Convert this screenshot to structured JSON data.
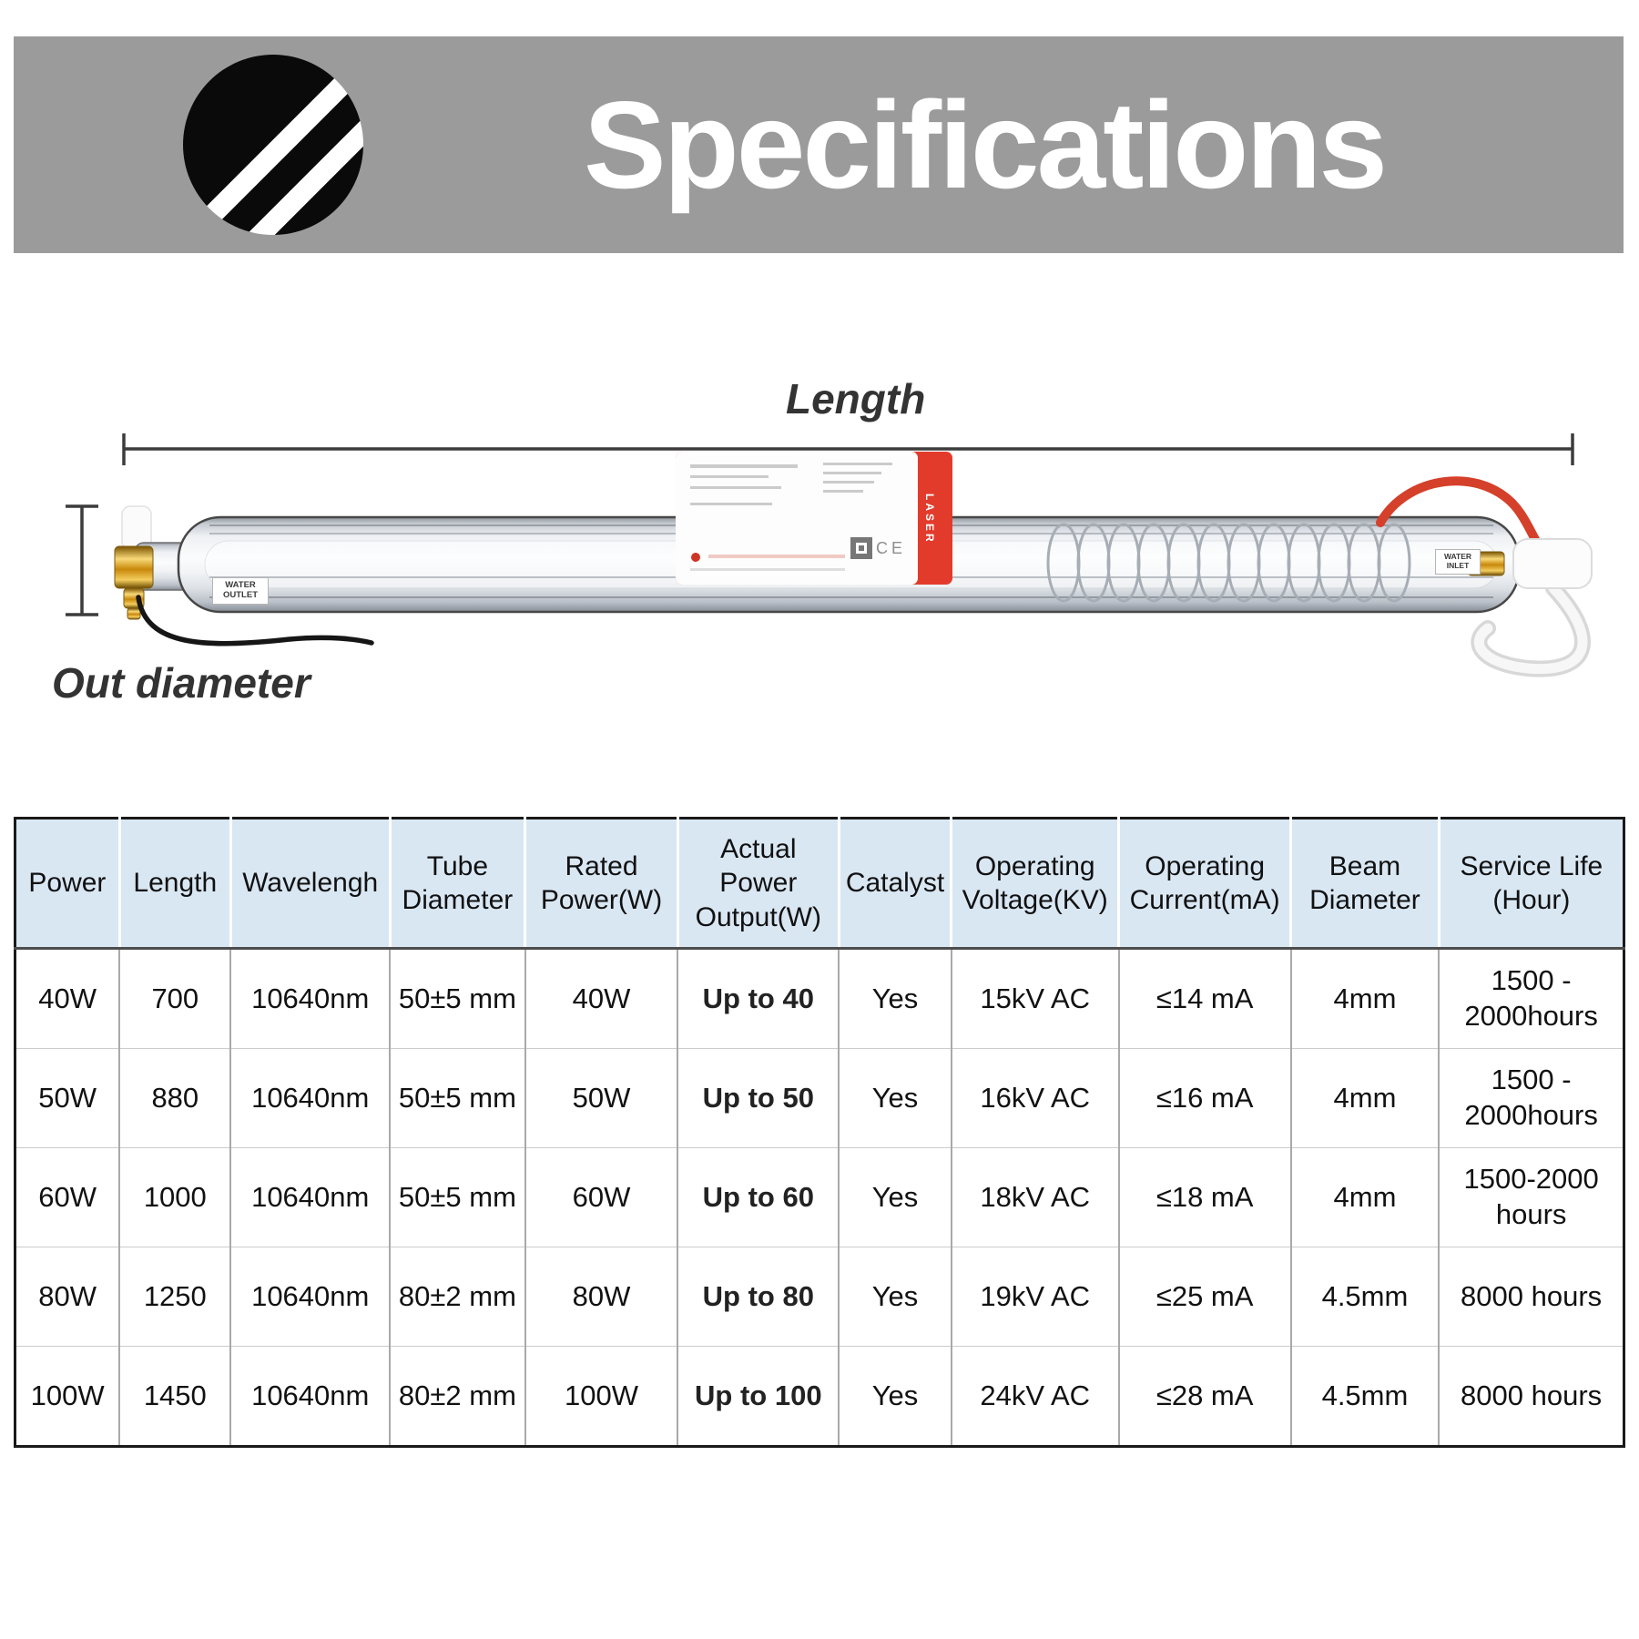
{
  "banner": {
    "title": "Specifications",
    "bg_color": "#9b9b9b",
    "logo": "diagonal-striped-circle"
  },
  "diagram": {
    "length_label": "Length",
    "out_diameter_label": "Out diameter",
    "water_outlet_label": "WATER OUTLET",
    "water_inlet_label": "WATER INLET",
    "ce_mark": "CE",
    "label_band_text": "LASER",
    "accent_red": "#d5402b",
    "gold_color": "#d9a62e"
  },
  "table": {
    "header_bg": "#d9e7f3",
    "columns": [
      "Power",
      "Length",
      "Wavelengh",
      "Tube Diameter",
      "Rated Power(W)",
      "Actual Power Output(W)",
      "Catalyst",
      "Operating Voltage(KV)",
      "Operating Current(mA)",
      "Beam Diameter",
      "Service Life (Hour)"
    ],
    "col_widths_pct": [
      6.5,
      6.9,
      9.9,
      8.4,
      9.5,
      10.0,
      7.0,
      10.4,
      10.7,
      9.2,
      11.5
    ],
    "bold_column_index": 5,
    "rows": [
      [
        "40W",
        "700",
        "10640nm",
        "50±5 mm",
        "40W",
        "Up to 40",
        "Yes",
        "15kV AC",
        "≤14 mA",
        "4mm",
        "1500 - 2000hours"
      ],
      [
        "50W",
        "880",
        "10640nm",
        "50±5 mm",
        "50W",
        "Up to 50",
        "Yes",
        "16kV AC",
        "≤16 mA",
        "4mm",
        "1500 - 2000hours"
      ],
      [
        "60W",
        "1000",
        "10640nm",
        "50±5 mm",
        "60W",
        "Up to 60",
        "Yes",
        "18kV AC",
        "≤18 mA",
        "4mm",
        "1500-2000 hours"
      ],
      [
        "80W",
        "1250",
        "10640nm",
        "80±2 mm",
        "80W",
        "Up to 80",
        "Yes",
        "19kV AC",
        "≤25 mA",
        "4.5mm",
        "8000 hours"
      ],
      [
        "100W",
        "1450",
        "10640nm",
        "80±2 mm",
        "100W",
        "Up to 100",
        "Yes",
        "24kV AC",
        "≤28 mA",
        "4.5mm",
        "8000 hours"
      ]
    ]
  }
}
